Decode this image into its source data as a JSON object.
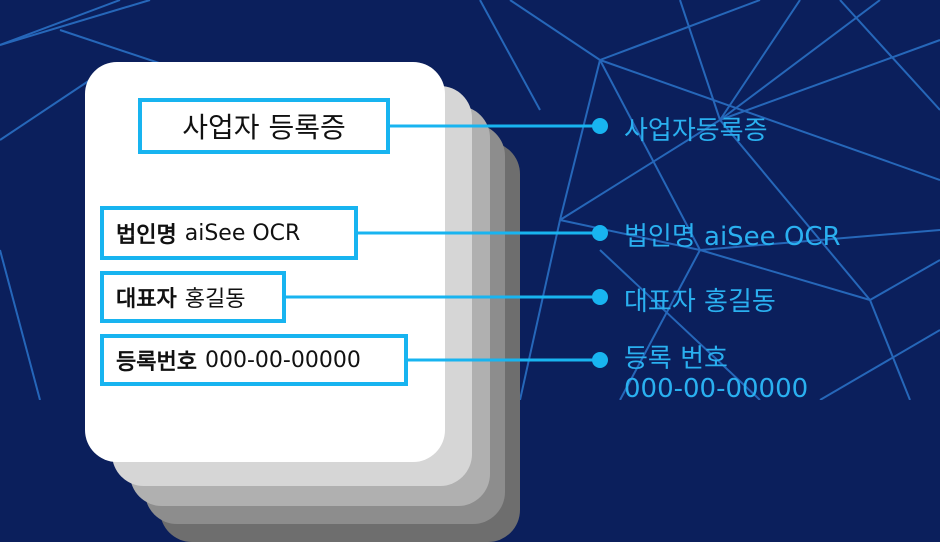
{
  "document": {
    "title_box": "사업자 등록증",
    "fields": [
      {
        "label": "법인명",
        "value": "aiSee OCR"
      },
      {
        "label": "대표자",
        "value": "홍길동"
      },
      {
        "label": "등록번호",
        "value": "000-00-00000"
      }
    ]
  },
  "extracted": {
    "title": "사업자등록증",
    "company": "법인명 aiSee OCR",
    "representative": "대표자 홍길동",
    "reg_label": "등록 번호",
    "reg_number": "000-00-00000"
  },
  "colors": {
    "background": "#0b1f5c",
    "accent": "#18b4f0",
    "output_text": "#2ab0f0",
    "network_lines": "#2f7fd9"
  }
}
